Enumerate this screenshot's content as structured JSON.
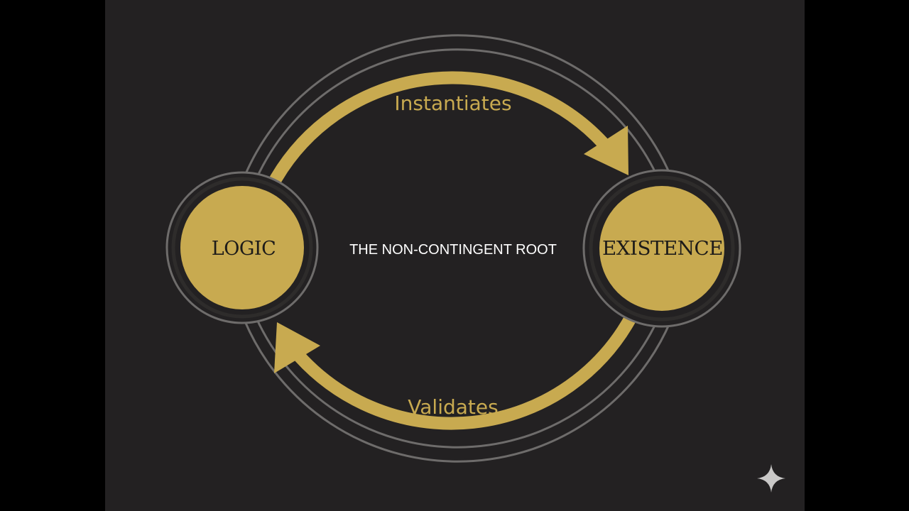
{
  "diagram": {
    "center_label": "THE NON-CONTINGENT ROOT",
    "nodes": {
      "logic": "LOGIC",
      "existence": "EXISTENCE"
    },
    "edges": {
      "top": "Instantiates",
      "bottom": "Validates"
    }
  },
  "colors": {
    "background": "#000000",
    "panel": "#232122",
    "gold": "#c8aa50",
    "ring": "#6e6c6b",
    "node_text": "#1d1b19",
    "center_text": "#ffffff"
  },
  "watermark": {
    "icon": "sparkle-icon"
  }
}
